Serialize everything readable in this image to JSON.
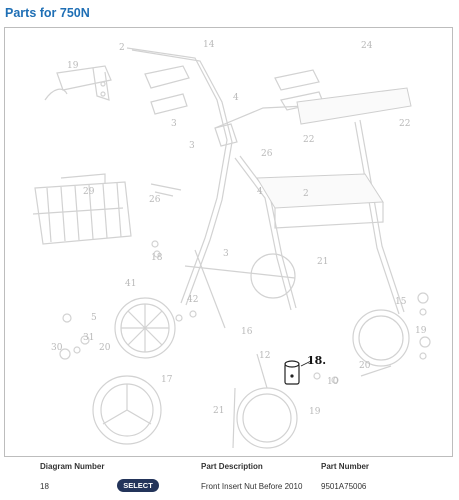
{
  "page": {
    "title": "Parts for 750N"
  },
  "diagram": {
    "callouts": [
      "14",
      "2",
      "24",
      "19",
      "3",
      "4",
      "3",
      "22",
      "22",
      "26",
      "4",
      "2",
      "29",
      "26",
      "18",
      "3",
      "21",
      "41",
      "5",
      "31",
      "30",
      "20",
      "17",
      "16",
      "12",
      "18.",
      "21",
      "19",
      "20",
      "10",
      "15",
      "42",
      "19"
    ],
    "highlighted_callout": "18."
  },
  "table": {
    "headers": {
      "diagram_number": "Diagram Number",
      "part_description": "Part Description",
      "part_number": "Part Number"
    },
    "rows": [
      {
        "diagram_number": "18",
        "action": "SELECT",
        "part_description": "Front Insert Nut Before 2010",
        "part_number": "9501A75006"
      }
    ]
  }
}
